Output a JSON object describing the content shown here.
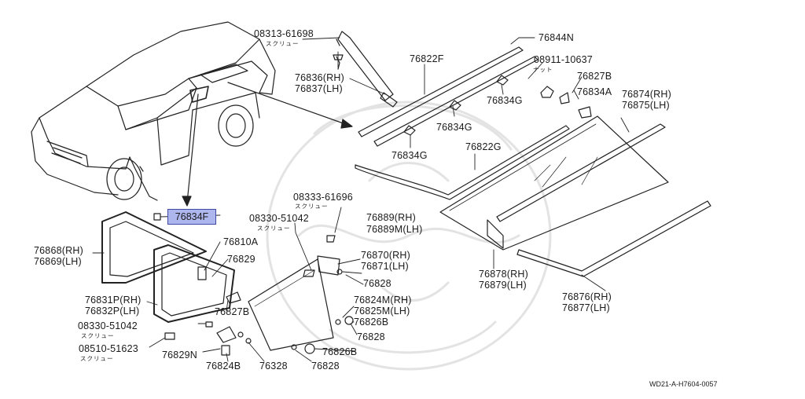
{
  "highlight_color": "#aeb6ee",
  "parts": {
    "p08313_61698": "08313-61698",
    "p76844N": "76844N",
    "p76822F": "76822F",
    "p08911_10637": "08911-10637",
    "p76827B_top": "76827B",
    "p76836": "76836(RH)",
    "p76837": "76837(LH)",
    "p76834A": "76834A",
    "p76874": "76874(RH)",
    "p76875": "76875(LH)",
    "p76834G_1": "76834G",
    "p76834G_2": "76834G",
    "p76834G_3": "76834G",
    "p76822G": "76822G",
    "p76834F": "76834F",
    "p08333_61696": "08333-61696",
    "p08330_51042_a": "08330-51042",
    "p76810A": "76810A",
    "p76868": "76868(RH)",
    "p76869": "76869(LH)",
    "p76889": "76889(RH)",
    "p76889M": "76889M(LH)",
    "p76829": "76829",
    "p76870": "76870(RH)",
    "p76871": "76871(LH)",
    "p76828_a": "76828",
    "p76878": "76878(RH)",
    "p76879": "76879(LH)",
    "p76831P": "76831P(RH)",
    "p76832P": "76832P(LH)",
    "p76827B_low": "76827B",
    "p76824M": "76824M(RH)",
    "p76825M": "76825M(LH)",
    "p76876": "76876(RH)",
    "p76877": "76877(LH)",
    "p08330_51042_b": "08330-51042",
    "p76826B_a": "76826B",
    "p76828_b": "76828",
    "p08510_51623": "08510-51623",
    "p76826B_b": "76826B",
    "p76829N": "76829N",
    "p76824B": "76824B",
    "p76328": "76328",
    "p76828_c": "76828"
  },
  "kana": {
    "screw_1": "スクリュー",
    "nut": "ナット",
    "screw_2": "スクリュー",
    "screw_3": "スクリュー",
    "screw_4": "スクリュー",
    "screw_5": "スクリュー"
  },
  "reference_code": "WD21-A-H7604-0057"
}
